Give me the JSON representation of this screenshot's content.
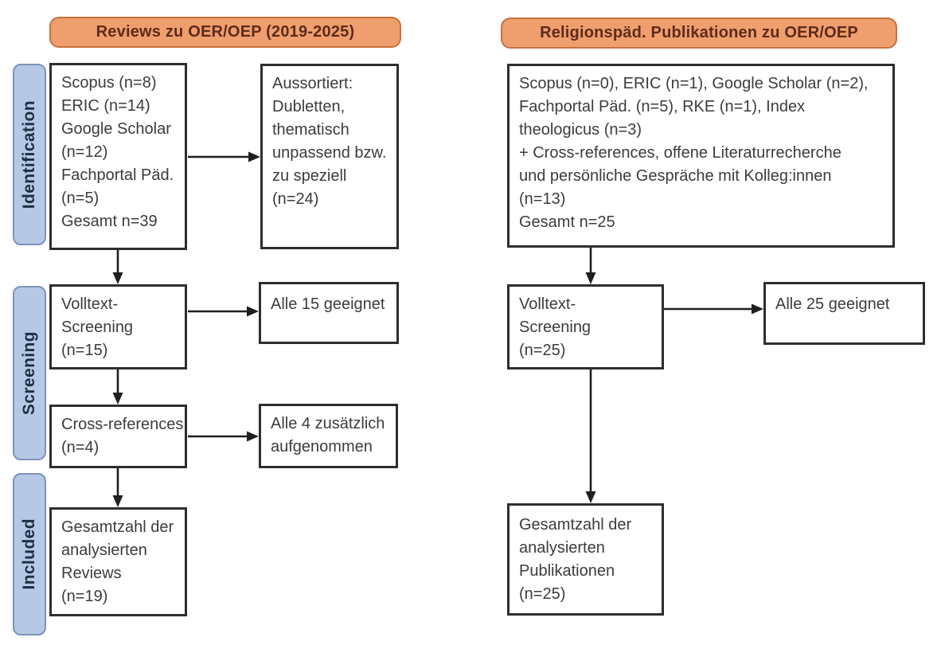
{
  "colors": {
    "header_fill": "#ef9e6e",
    "header_border": "#c7713e",
    "header_text": "#5e2b1a",
    "stage_fill": "#b5c9e6",
    "stage_border": "#7d93ba",
    "stage_text": "#202e44",
    "box_border": "#2e2e2e",
    "box_text": "#3c3c3c",
    "arrow": "#1f1f1f"
  },
  "headers": {
    "left": "Reviews zu OER/OEP (2019-2025)",
    "right": "Religionspäd. Publikationen zu OER/OEP"
  },
  "stages": {
    "identification": "Identification",
    "screening": "Screening",
    "included": "Included"
  },
  "boxes": {
    "left_identification": {
      "lines": [
        "Scopus (n=8)",
        "ERIC (n=14)",
        "Google Scholar",
        "(n=12)",
        "Fachportal Päd.",
        "(n=5)",
        "Gesamt n=39"
      ]
    },
    "left_excluded": {
      "lines": [
        "Aussortiert:",
        "Dubletten,",
        "thematisch",
        "unpassend bzw.",
        "zu speziell",
        "(n=24)"
      ]
    },
    "left_volltext": {
      "lines": [
        "Volltext-",
        "Screening",
        "(n=15)"
      ]
    },
    "left_alle15": {
      "lines": [
        "Alle 15 geeignet"
      ]
    },
    "left_cross": {
      "lines": [
        "Cross-references",
        "(n=4)"
      ]
    },
    "left_alle4": {
      "lines": [
        "Alle 4 zusätzlich",
        "aufgenommen"
      ]
    },
    "left_total": {
      "lines": [
        "Gesamtzahl der",
        "analysierten",
        "Reviews",
        "(n=19)"
      ]
    },
    "right_identification": {
      "lines": [
        "Scopus (n=0), ERIC (n=1), Google Scholar (n=2),",
        "Fachportal Päd. (n=5), RKE (n=1), Index",
        "theologicus (n=3)",
        "+ Cross-references, offene Literaturrecherche",
        "und persönliche Gespräche mit Kolleg:innen",
        "(n=13)",
        "Gesamt n=25"
      ]
    },
    "right_volltext": {
      "lines": [
        "Volltext-",
        "Screening",
        "(n=25)"
      ]
    },
    "right_alle25": {
      "lines": [
        "Alle 25 geeignet"
      ]
    },
    "right_total": {
      "lines": [
        "Gesamtzahl der",
        "analysierten",
        "Publikationen",
        "(n=25)"
      ]
    }
  }
}
